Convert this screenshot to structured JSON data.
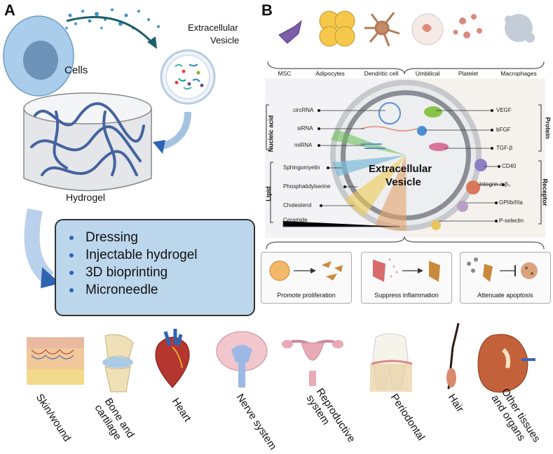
{
  "panel_a": {
    "letter": "A",
    "cells_label": "Cells",
    "ev_label_line1": "Extracellular",
    "ev_label_line2": "Vesicle",
    "hydrogel_label": "Hydrogel",
    "applications": [
      "Dressing",
      "Injectable hydrogel",
      "3D bioprinting",
      "Microneedle"
    ]
  },
  "panel_b": {
    "letter": "B",
    "sources": [
      "MSC",
      "Adipocytes",
      "Dendritic cell",
      "Umbilical",
      "Platelet",
      "Macrophages"
    ],
    "ev_center_line1": "Extracellular",
    "ev_center_line2": "Vesicle",
    "nucleic_acid_title": "Nucleic acid",
    "nucleic_acids": [
      "circRNA",
      "siRNA",
      "miRNA"
    ],
    "protein_title": "Protein",
    "proteins": [
      "VEGF",
      "bFGF",
      "TGF-β"
    ],
    "lipid_title": "Lipid",
    "lipids": [
      "Sphingomyelin",
      "Phosphatidylserine",
      "Cholesterol",
      "Ceramide"
    ],
    "receptor_title": "Receptor",
    "receptors": [
      "CD40",
      "Integrin αᵥβ₃",
      "GPIIb/IIIa",
      "P-selectin"
    ],
    "functions": [
      "Promote proliferation",
      "Suppress inflammation",
      "Attenuate apoptosis"
    ]
  },
  "organs": [
    {
      "line1": "Skin/wound",
      "line2": ""
    },
    {
      "line1": "Bone and",
      "line2": "cartilage"
    },
    {
      "line1": "Heart",
      "line2": ""
    },
    {
      "line1": "Nerve system",
      "line2": ""
    },
    {
      "line1": "Reproductive",
      "line2": "system"
    },
    {
      "line1": "Periodontal",
      "line2": ""
    },
    {
      "line1": "Hair",
      "line2": ""
    },
    {
      "line1": "Other tissues",
      "line2": "and organs"
    }
  ]
}
